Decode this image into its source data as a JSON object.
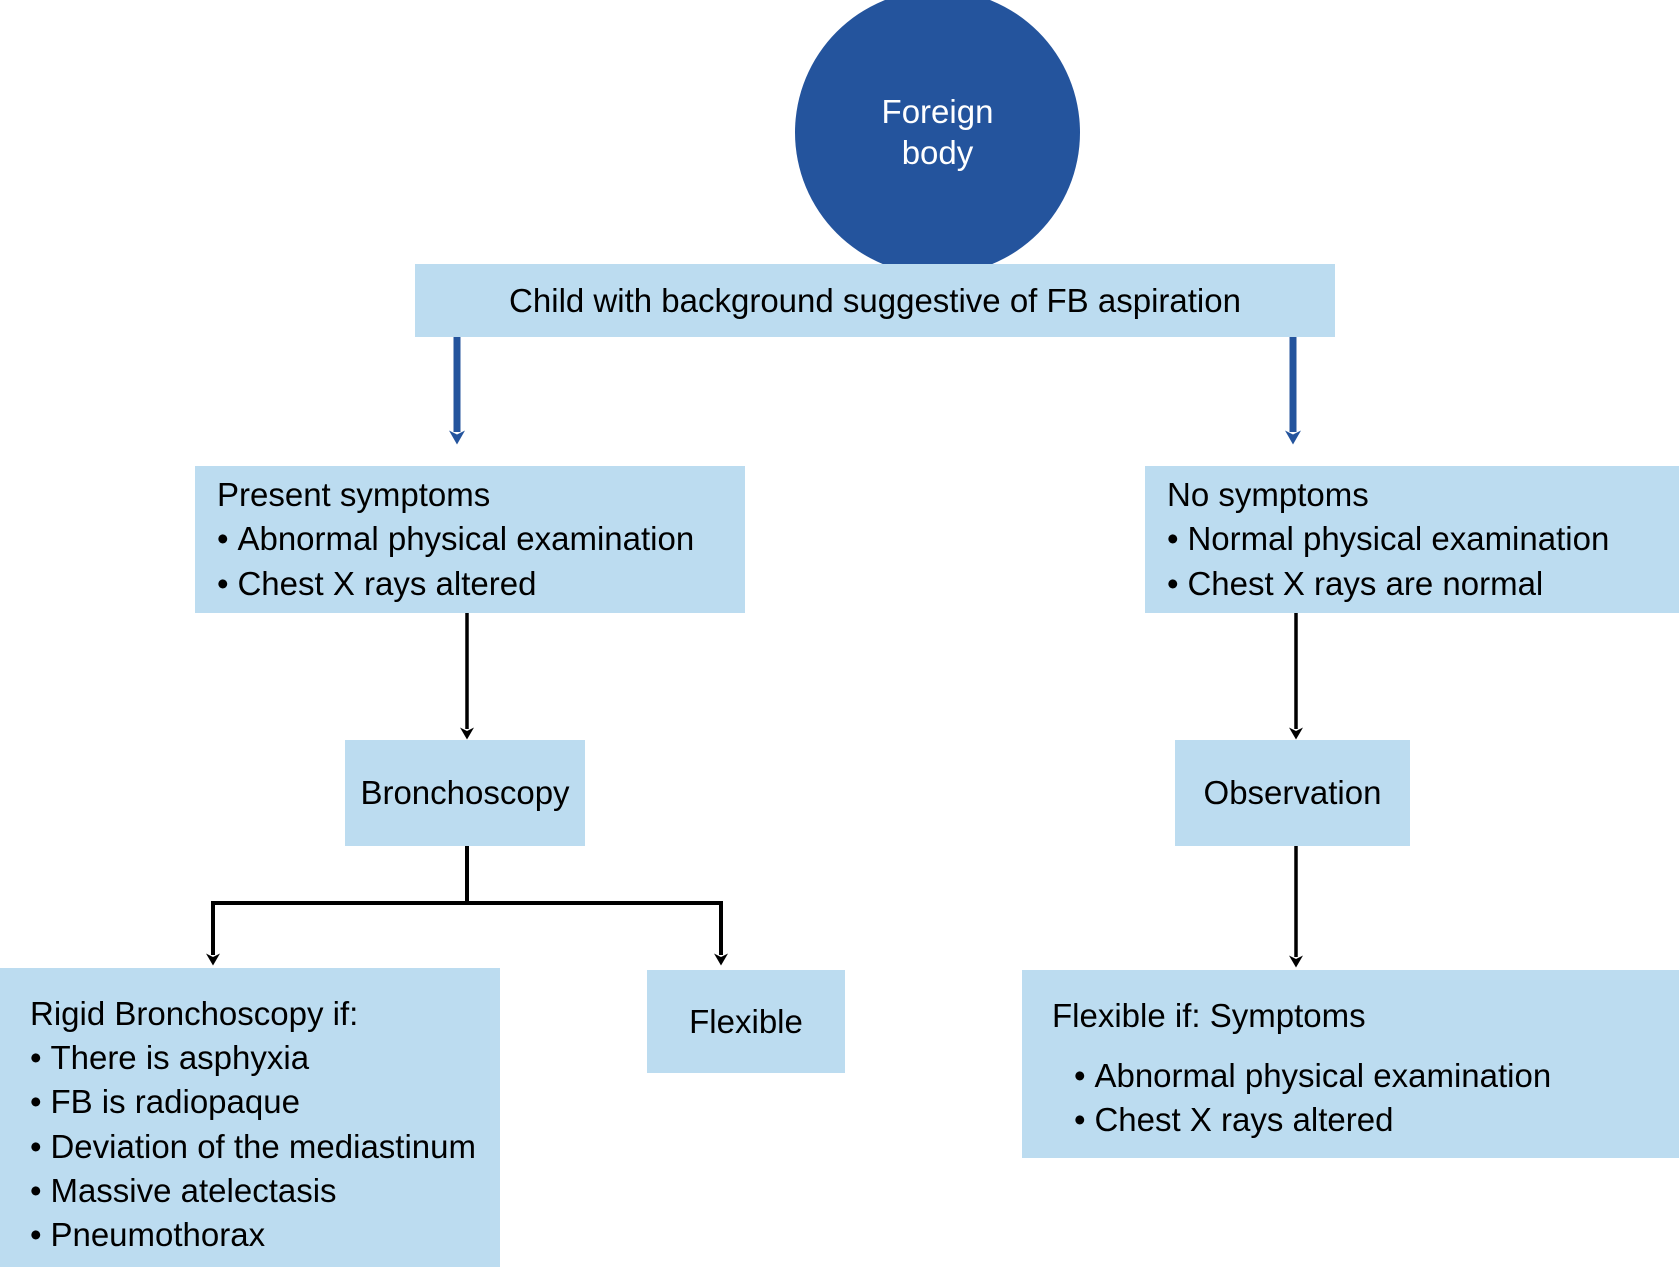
{
  "diagram": {
    "title": "Foreign body aspiration management algorithm",
    "colors": {
      "circle_fill": "#24549d",
      "box_fill": "#bcdcf0",
      "blue_arrow": "#24549d",
      "black_arrow": "#000000",
      "circle_text": "#ffffff",
      "box_text": "#000000"
    },
    "root": {
      "line1": "Foreign",
      "line2": "body"
    },
    "banner": {
      "text": "Child with background suggestive of FB aspiration"
    },
    "left_branch": {
      "symptoms": {
        "head": "Present symptoms",
        "bullets": [
          "Abnormal physical examination",
          "Chest X rays altered"
        ]
      },
      "procedure": {
        "label": "Bronchoscopy"
      },
      "rigid": {
        "head": "Rigid Bronchoscopy if:",
        "bullets": [
          "There is asphyxia",
          "FB is radiopaque",
          "Deviation of the mediastinum",
          "Massive atelectasis",
          "Pneumothorax"
        ]
      },
      "flexible": {
        "label": "Flexible"
      }
    },
    "right_branch": {
      "symptoms": {
        "head": "No symptoms",
        "bullets": [
          "Normal physical examination",
          "Chest X rays are normal"
        ]
      },
      "procedure": {
        "label": "Observation"
      },
      "flexible_if": {
        "head": "Flexible if: Symptoms",
        "bullets": [
          "Abnormal physical examination",
          "Chest X rays altered"
        ]
      }
    }
  }
}
